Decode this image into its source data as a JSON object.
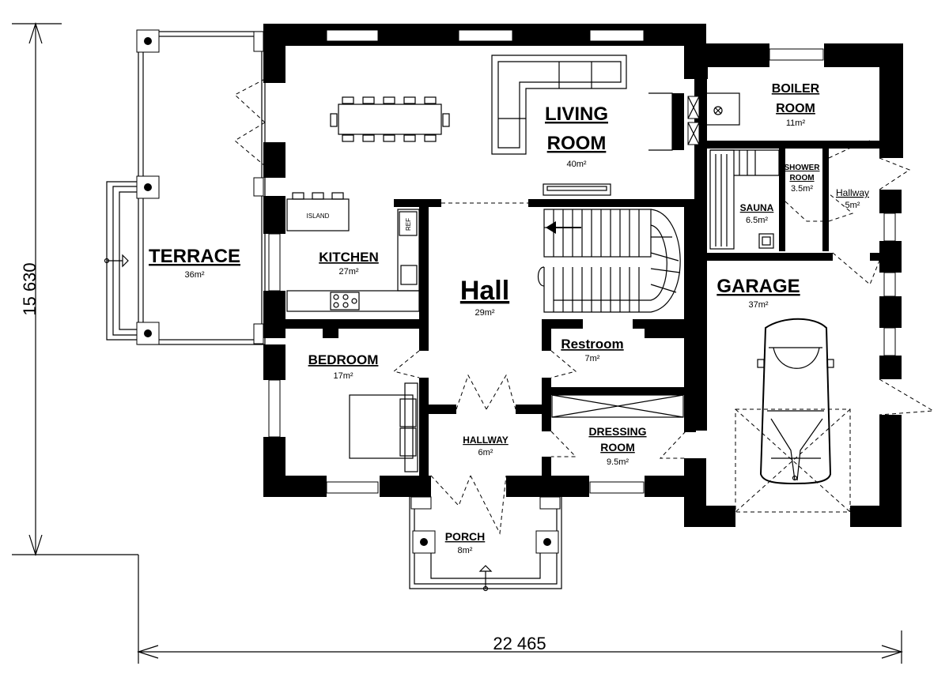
{
  "dimensions": {
    "height": "15 630",
    "width": "22 465"
  },
  "rooms": {
    "terrace": {
      "name": "TERRACE",
      "area": "36m²"
    },
    "living": {
      "name1": "LIVING",
      "name2": "ROOM",
      "area": "40m²"
    },
    "kitchen": {
      "name": "KITCHEN",
      "area": "27m²"
    },
    "hall": {
      "name": "Hall",
      "area": "29m²"
    },
    "bedroom": {
      "name": "BEDROOM",
      "area": "17m²"
    },
    "restroom": {
      "name": "Restroom",
      "area": "7m²"
    },
    "hallway": {
      "name": "HALLWAY",
      "area": "6m²"
    },
    "dressing": {
      "name1": "DRESSING",
      "name2": "ROOM",
      "area": "9.5m²"
    },
    "porch": {
      "name": "PORCH",
      "area": "8m²"
    },
    "boiler": {
      "name1": "BOILER",
      "name2": "ROOM",
      "area": "11m²"
    },
    "shower": {
      "name1": "SHOWER",
      "name2": "ROOM",
      "area": "3.5m²"
    },
    "sauna": {
      "name": "SAUNA",
      "area": "6.5m²"
    },
    "hallway2": {
      "name": "Hallway",
      "area": "5m²"
    },
    "garage": {
      "name": "GARAGE",
      "area": "37m²"
    }
  },
  "fixtures": {
    "island": "ISLAND",
    "fridge": "REF"
  }
}
